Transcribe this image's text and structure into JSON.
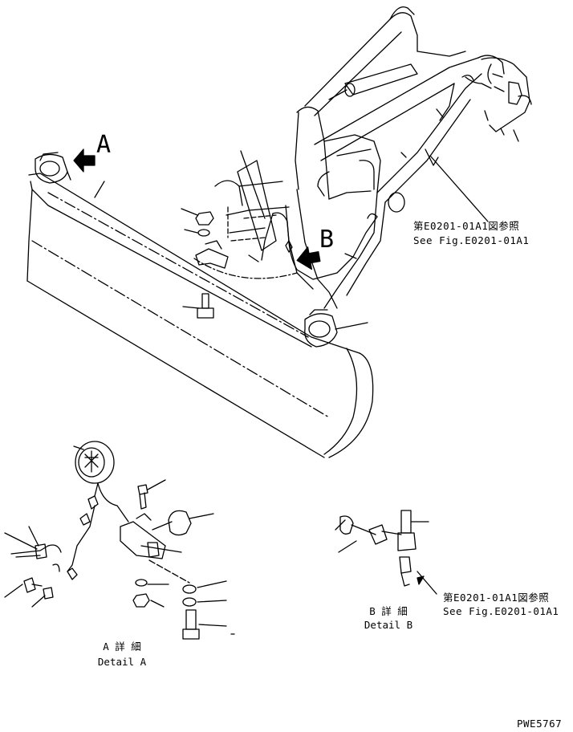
{
  "callouts": {
    "a": "A",
    "b": "B"
  },
  "references": [
    {
      "jp": "第E0201-01A1図参照",
      "en": "See Fig.E0201-01A1"
    },
    {
      "jp": "第E0201-01A1図参照",
      "en": "See Fig.E0201-01A1"
    }
  ],
  "details": {
    "a": {
      "jp": "A 詳 細",
      "en": "Detail A"
    },
    "b": {
      "jp": "B 詳 細",
      "en": "Detail B"
    }
  },
  "drawing_code": "PWE5767",
  "colors": {
    "ink": "#000000",
    "paper": "#ffffff"
  }
}
